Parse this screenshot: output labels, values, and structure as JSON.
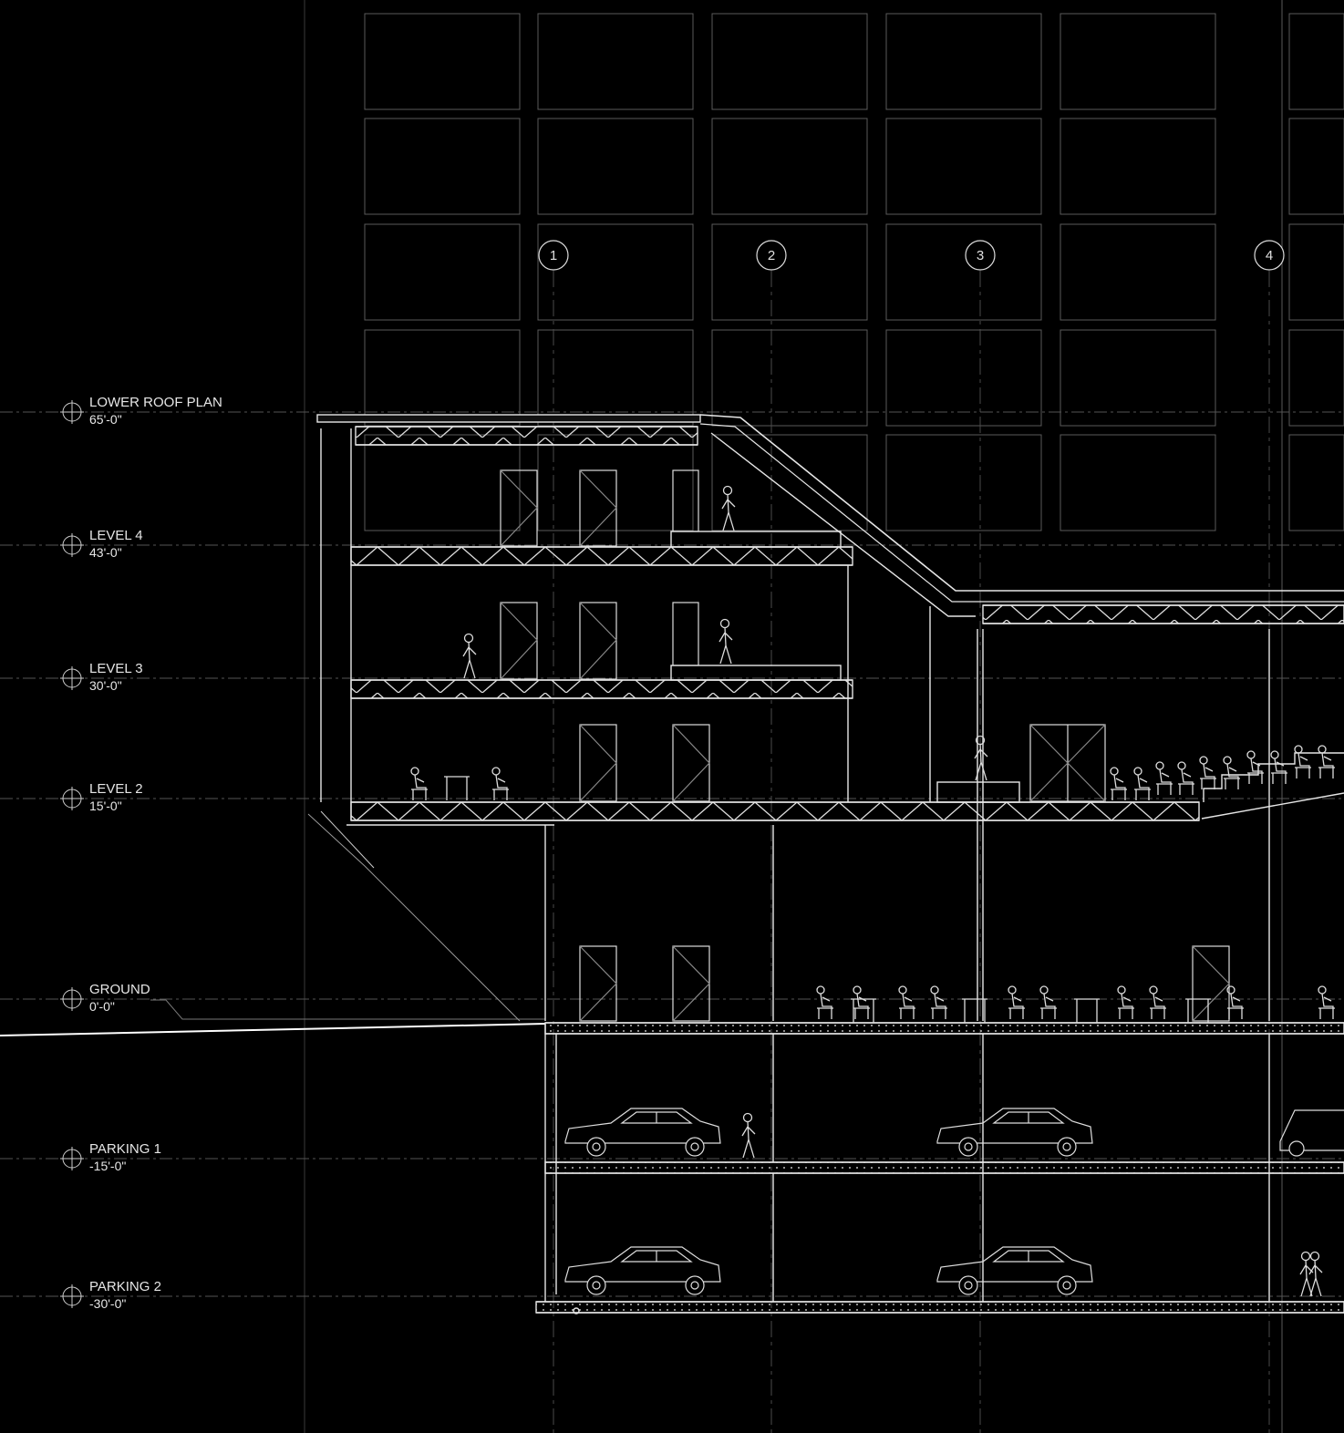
{
  "levels": [
    {
      "name": "LOWER ROOF PLAN",
      "elevation": "65'-0\""
    },
    {
      "name": "LEVEL 4",
      "elevation": "43'-0\""
    },
    {
      "name": "LEVEL 3",
      "elevation": "30'-0\""
    },
    {
      "name": "LEVEL 2",
      "elevation": "15'-0\""
    },
    {
      "name": "GROUND",
      "elevation": "0'-0\""
    },
    {
      "name": "PARKING 1",
      "elevation": "-15'-0\""
    },
    {
      "name": "PARKING 2",
      "elevation": "-30'-0\""
    }
  ],
  "grid_lines": [
    "1",
    "2",
    "3",
    "4"
  ]
}
